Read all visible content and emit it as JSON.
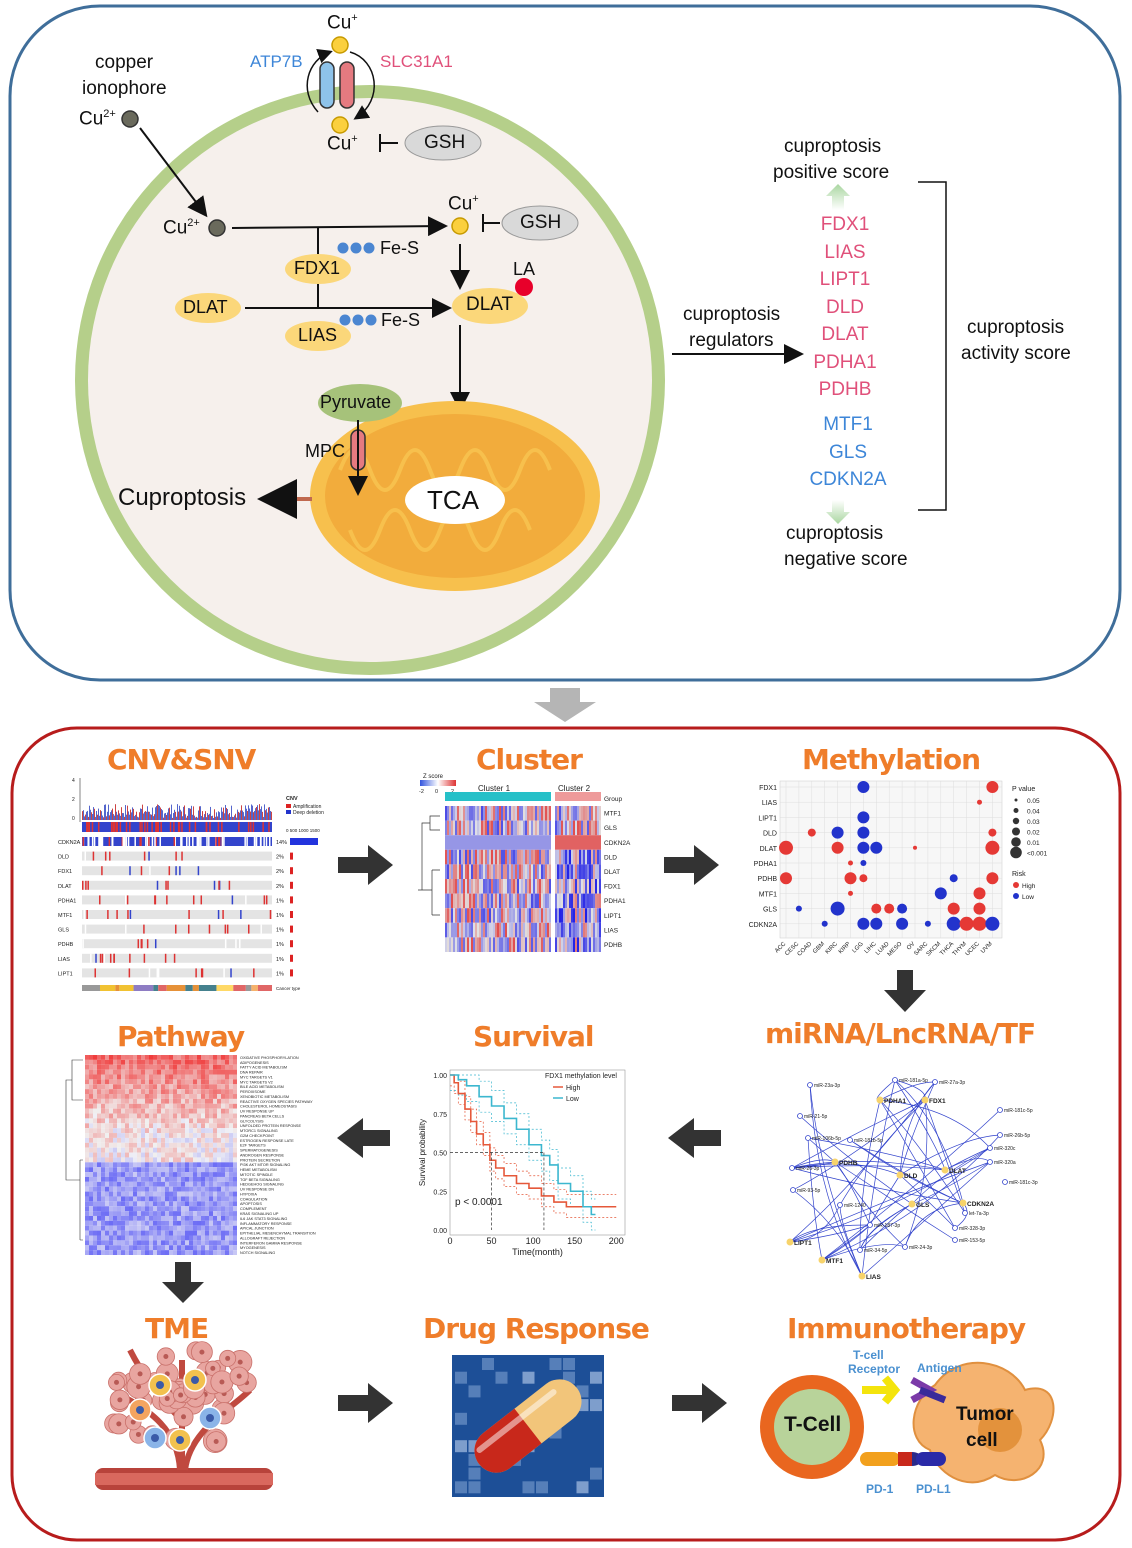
{
  "top": {
    "cu_plus_top": "Cu",
    "cu_plus_mid": "Cu",
    "cu_plus_inner": "Cu",
    "sup_plus": "+",
    "sup_2plus": "2+",
    "cu2_outer": "Cu",
    "cu2_inner": "Cu",
    "atp7b": "ATP7B",
    "slc31a1": "SLC31A1",
    "copper_ionophore_line1": "copper",
    "copper_ionophore_line2": "ionophore",
    "gsh": "GSH",
    "fes": "Fe-S",
    "fdx1": "FDX1",
    "dlat": "DLAT",
    "lias": "LIAS",
    "la": "LA",
    "pyruvate": "Pyruvate",
    "mpc": "MPC",
    "tca": "TCA",
    "cuproptosis": "Cuproptosis",
    "regulators_line1": "cuproptosis",
    "regulators_line2": "regulators",
    "positive_line1": "cuproptosis",
    "positive_line2": "positive score",
    "negative_line1": "cuproptosis",
    "negative_line2": "negative score",
    "activity_line1": "cuproptosis",
    "activity_line2": "activity score",
    "positive_genes": [
      "FDX1",
      "LIAS",
      "LIPT1",
      "DLD",
      "DLAT",
      "PDHA1",
      "PDHB"
    ],
    "negative_genes": [
      "MTF1",
      "GLS",
      "CDKN2A"
    ]
  },
  "panels": {
    "cnv": {
      "title": "CNV&SNV",
      "genes": [
        "CDKN2A",
        "DLD",
        "FDX1",
        "DLAT",
        "PDHA1",
        "MTF1",
        "GLS",
        "PDHB",
        "LIAS",
        "LIPT1"
      ],
      "pcts": [
        "14%",
        "2%",
        "2%",
        "2%",
        "1%",
        "1%",
        "1%",
        "1%",
        "1%",
        "1%"
      ],
      "legend_title": "CNV",
      "legend_amp": "Amplification",
      "legend_del": "Deep deletion",
      "cancer_type": "Cancer type",
      "axis_ticks": "0 500 1000 1500",
      "y_ticks": [
        "4",
        "2",
        "0"
      ]
    },
    "cluster": {
      "title": "Cluster",
      "zscore": "Z score",
      "scale": [
        "-2",
        "0",
        "2"
      ],
      "cluster1": "Cluster 1",
      "cluster2": "Cluster 2",
      "rows": [
        "Group",
        "MTF1",
        "GLS",
        "CDKN2A",
        "DLD",
        "DLAT",
        "FDX1",
        "PDHA1",
        "LIPT1",
        "LIAS",
        "PDHB"
      ]
    },
    "methylation": {
      "title": "Methylation",
      "genes": [
        "FDX1",
        "LIAS",
        "LIPT1",
        "DLD",
        "DLAT",
        "PDHA1",
        "PDHB",
        "MTF1",
        "GLS",
        "CDKN2A"
      ],
      "cancers": [
        "ACC",
        "CESC",
        "COAD",
        "GBM",
        "KIRC",
        "KIRP",
        "LGG",
        "LIHC",
        "LUAD",
        "MESO",
        "OV",
        "SARC",
        "SKCM",
        "THCA",
        "THYM",
        "UCEC",
        "UVM"
      ],
      "pvalue_title": "P value",
      "pvalues": [
        "0.05",
        "0.04",
        "0.03",
        "0.02",
        "0.01",
        "<0.001"
      ],
      "risk_title": "Risk",
      "risk_high": "High",
      "risk_low": "Low"
    },
    "mirna": {
      "title": "miRNA/LncRNA/TF",
      "hubs": [
        "PDHA1",
        "FDX1",
        "PDHB",
        "DLD",
        "DLAT",
        "GLS",
        "CDKN2A",
        "LIPT1",
        "MTF1",
        "LIAS"
      ],
      "mirs": [
        "miR-27a-3p",
        "miR-181a-5p",
        "miR-181c-5p",
        "miR-26b-5p",
        "miR-320a",
        "miR-181c-3p",
        "miR-320c",
        "miR-181b-5p",
        "miR-1240",
        "miR-328-3p",
        "miR-153-5p",
        "miR-24-3p",
        "miR-34-5p",
        "miR-21-5p",
        "miR-106b-5p",
        "miR-26-3p",
        "miR-93-5p",
        "miR-187-3p",
        "miR-23a-3p",
        "let-7a-3p"
      ]
    },
    "survival": {
      "title": "Survival",
      "legend_title": "FDX1 methylation level",
      "high": "High",
      "low": "Low",
      "ylabel": "Survival probability",
      "xlabel": "Time(month)",
      "pvalue": "p < 0.0001",
      "xticks": [
        "0",
        "50",
        "100",
        "150",
        "200"
      ],
      "yticks": [
        "1.00",
        "0.75",
        "0.50",
        "0.25",
        "0.00"
      ]
    },
    "pathway": {
      "title": "Pathway",
      "labels": [
        "OXIDATIVE PHOSPHORYLATION",
        "ADIPOGENESIS",
        "FATTY ACID METABOLISM",
        "DNA REPAIR",
        "MYC TARGETS V1",
        "MYC TARGETS V2",
        "BILE ACID METABOLISM",
        "PEROXISOME",
        "XENOBIOTIC METABOLISM",
        "REACTIVE OXYGEN SPECIES PATHWAY",
        "CHOLESTEROL HOMEOSTASIS",
        "UV RESPONSE UP",
        "PANCREAS BETA CELLS",
        "GLYCOLYSIS",
        "UNFOLDED PROTEIN RESPONSE",
        "MTORC1 SIGNALING",
        "G2M CHECKPOINT",
        "ESTROGEN RESPONSE LATE",
        "E2F TARGETS",
        "SPERMATOGENESIS",
        "ANDROGEN RESPONSE",
        "PROTEIN SECRETION",
        "PI3K AKT MTOR SIGNALING",
        "HEME METABOLISM",
        "MITOTIC SPINDLE",
        "TGF BETA SIGNALING",
        "HEDGEHOG SIGNALING",
        "UV RESPONSE DN",
        "HYPOXIA",
        "COAGULATION",
        "APOPTOSIS",
        "COMPLEMENT",
        "KRAS SIGNALING UP",
        "IL6 JAK STAT3 SIGNALING",
        "INFLAMMATORY RESPONSE",
        "APICAL JUNCTION",
        "EPITHELIAL MESENCHYMAL TRANSITION",
        "ALLOGRAFT REJECTION",
        "INTERFERON GAMMA RESPONSE",
        "MYOGENESIS",
        "NOTCH SIGNALING"
      ]
    },
    "tme": {
      "title": "TME"
    },
    "drug": {
      "title": "Drug Response"
    },
    "immuno": {
      "title": "Immunotherapy",
      "tcell": "T-Cell",
      "tumor_line1": "Tumor",
      "tumor_line2": "cell",
      "receptor_line1": "T-cell",
      "receptor_line2": "Receptor",
      "antigen": "Antigen",
      "pd1": "PD-1",
      "pdl1": "PD-L1"
    }
  },
  "colors": {
    "top_frame": "#3f6e9a",
    "bottom_frame": "#b71c1c",
    "membrane": "#b5cf8a",
    "cytoplasm": "#f6f0ec",
    "gene_pos": "#e0507a",
    "gene_neg": "#3d86d8",
    "title_orange": "#ef7d2a",
    "arrow_dark": "#333333",
    "node_yellow": "#f7d36b",
    "high_red": "#e53935",
    "low_blue": "#2233cc"
  }
}
